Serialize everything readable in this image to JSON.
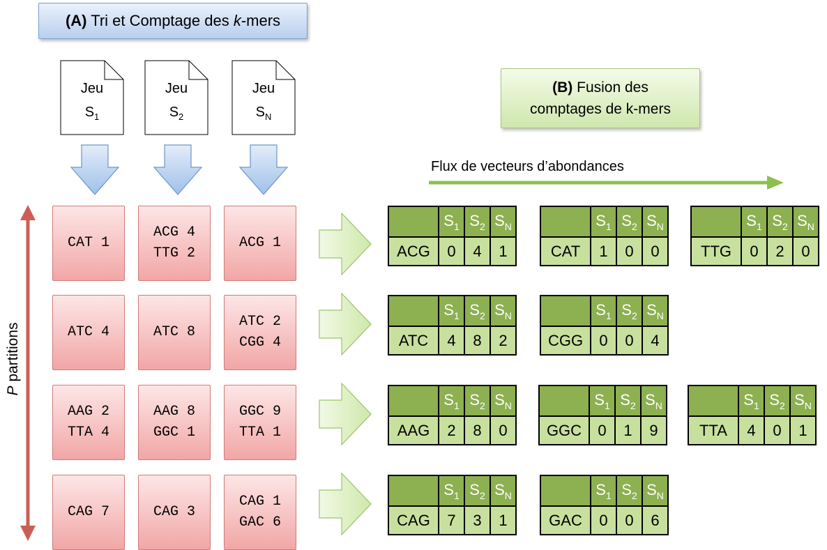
{
  "title_a": {
    "bold": "(A)",
    "text": " Tri et Comptage des ",
    "italic": "k",
    "suffix": "-mers"
  },
  "title_b": {
    "bold": "(B)",
    "line1": " Fusion des",
    "line2": "comptages de k-mers"
  },
  "flow_label": "Flux de vecteurs d’abondances",
  "y_axis": {
    "italic": "P",
    "text": " partitions"
  },
  "docs": [
    {
      "label": "Jeu",
      "s": "S",
      "sub": "1"
    },
    {
      "label": "Jeu",
      "s": "S",
      "sub": "2"
    },
    {
      "label": "Jeu",
      "s": "S",
      "sub": "N"
    }
  ],
  "partitions": [
    [
      [
        "CAT 1"
      ],
      [
        "ACG 4",
        "TTG 2"
      ],
      [
        "ACG 1"
      ]
    ],
    [
      [
        "ATC 4"
      ],
      [
        "ATC 8"
      ],
      [
        "ATC 2",
        "CGG 4"
      ]
    ],
    [
      [
        "AAG 2",
        "TTA 4"
      ],
      [
        "AAG 8",
        "GGC 1"
      ],
      [
        "GGC 9",
        "TTA 1"
      ]
    ],
    [
      [
        "CAG 7"
      ],
      [
        "CAG 3"
      ],
      [
        "CAG 1",
        "GAC 6"
      ]
    ]
  ],
  "table_header": [
    {
      "s": "S",
      "sub": "1"
    },
    {
      "s": "S",
      "sub": "2"
    },
    {
      "s": "S",
      "sub": "N"
    }
  ],
  "vectors": [
    [
      {
        "kmer": "ACG",
        "counts": [
          "0",
          "4",
          "1"
        ]
      },
      {
        "kmer": "CAT",
        "counts": [
          "1",
          "0",
          "0"
        ]
      },
      {
        "kmer": "TTG",
        "counts": [
          "0",
          "2",
          "0"
        ]
      }
    ],
    [
      {
        "kmer": "ATC",
        "counts": [
          "4",
          "8",
          "2"
        ]
      },
      {
        "kmer": "CGG",
        "counts": [
          "0",
          "0",
          "4"
        ]
      }
    ],
    [
      {
        "kmer": "AAG",
        "counts": [
          "2",
          "8",
          "0"
        ]
      },
      {
        "kmer": "GGC",
        "counts": [
          "0",
          "1",
          "9"
        ]
      },
      {
        "kmer": "TTA",
        "counts": [
          "4",
          "0",
          "1"
        ]
      }
    ],
    [
      {
        "kmer": "CAG",
        "counts": [
          "7",
          "3",
          "1"
        ]
      },
      {
        "kmer": "GAC",
        "counts": [
          "0",
          "0",
          "6"
        ]
      }
    ]
  ],
  "colors": {
    "partition_fill": "#f2a6a6",
    "table_header": "#8db050",
    "table_row": "#c8e09e",
    "blue_arrow": "#a9c6ee",
    "green_arrow": "#dcefc0",
    "axis_arrow": "#cc5e55",
    "flow_arrow": "#8cc04f"
  }
}
